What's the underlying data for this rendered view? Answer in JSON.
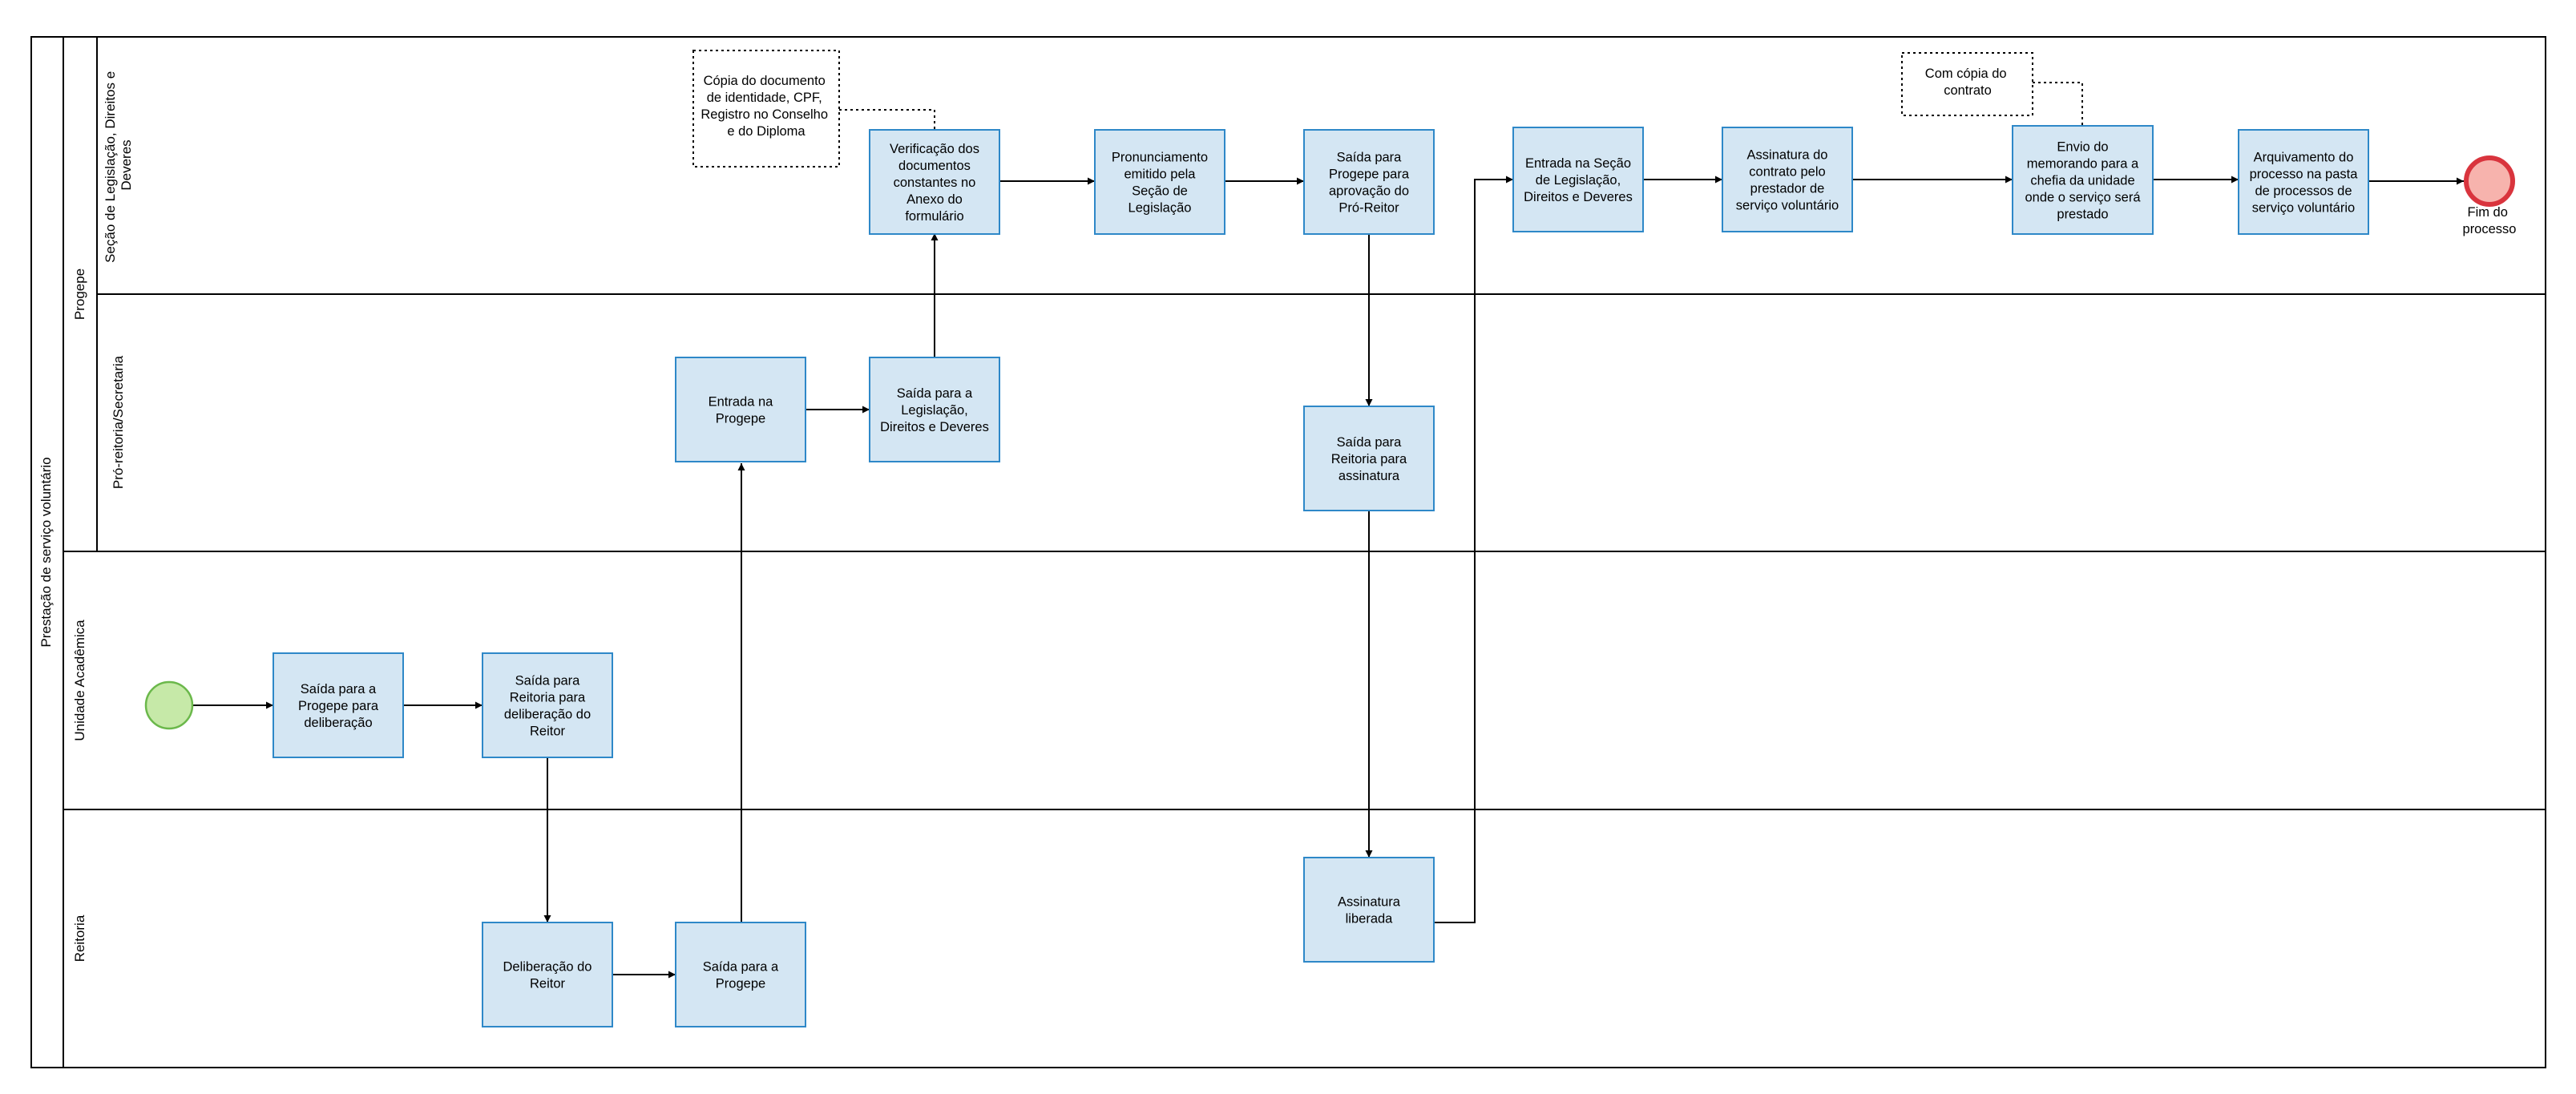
{
  "diagram": {
    "pool": {
      "label": "Prestação de serviço voluntário"
    },
    "groups": {
      "progepe": {
        "label": "Progepe"
      }
    },
    "lanes": {
      "secao": {
        "label_lines": [
          "Seção de Legislação, Direitos e",
          "Deveres"
        ]
      },
      "proreitoria": {
        "label": "Pró-reitoria/Secretaria"
      },
      "unidade": {
        "label": "Unidade Acadêmica"
      },
      "reitoria": {
        "label": "Reitoria"
      }
    },
    "tasks": {
      "saida_progepe_deliberacao": {
        "lines": [
          "Saída para a",
          "Progepe para",
          "deliberação"
        ]
      },
      "saida_reitoria_deliberacao": {
        "lines": [
          "Saída para",
          "Reitoria para",
          "deliberação do",
          "Reitor"
        ]
      },
      "deliberacao_reitor": {
        "lines": [
          "Deliberação do",
          "Reitor"
        ]
      },
      "saida_progepe": {
        "lines": [
          "Saída para a",
          "Progepe"
        ]
      },
      "entrada_progepe": {
        "lines": [
          "Entrada na",
          "Progepe"
        ]
      },
      "saida_legislacao": {
        "lines": [
          "Saída para a",
          "Legislação,",
          "Direitos e Deveres"
        ]
      },
      "verificacao_documentos": {
        "lines": [
          "Verificação dos",
          "documentos",
          "constantes no",
          "Anexo do",
          "formulário"
        ]
      },
      "pronunciamento": {
        "lines": [
          "Pronunciamento",
          "emitido pela",
          "Seção de",
          "Legislação"
        ]
      },
      "saida_aprovacao": {
        "lines": [
          "Saída para",
          "Progepe para",
          "aprovação do",
          "Pró-Reitor"
        ]
      },
      "saida_reitoria_assinatura": {
        "lines": [
          "Saída para",
          "Reitoria para",
          "assinatura"
        ]
      },
      "assinatura_liberada": {
        "lines": [
          "Assinatura",
          "liberada"
        ]
      },
      "entrada_secao": {
        "lines": [
          "Entrada na Seção",
          "de Legislação,",
          "Direitos e Deveres"
        ]
      },
      "assinatura_contrato": {
        "lines": [
          "Assinatura do",
          "contrato pelo",
          "prestador de",
          "serviço voluntário"
        ]
      },
      "envio_memorando": {
        "lines": [
          "Envio do",
          "memorando para a",
          "chefia da unidade",
          "onde o serviço será",
          "prestado"
        ]
      },
      "arquivamento": {
        "lines": [
          "Arquivamento do",
          "processo na pasta",
          "de processos de",
          "serviço voluntário"
        ]
      }
    },
    "annotations": {
      "documentos": {
        "lines": [
          "Cópia do documento",
          "de identidade, CPF,",
          "Registro no Conselho",
          "e do Diploma"
        ]
      },
      "contrato": {
        "lines": [
          "Com cópia do",
          "contrato"
        ]
      }
    },
    "end_event": {
      "lines": [
        "Fim do",
        "processo"
      ]
    },
    "colors": {
      "task_fill": "#d4e6f3",
      "task_stroke": "#2e88c8",
      "start_fill": "#c6e9a8",
      "start_stroke": "#6bb84b",
      "end_fill": "#f7b3ad",
      "end_stroke": "#d9343d",
      "line": "#000000"
    }
  }
}
